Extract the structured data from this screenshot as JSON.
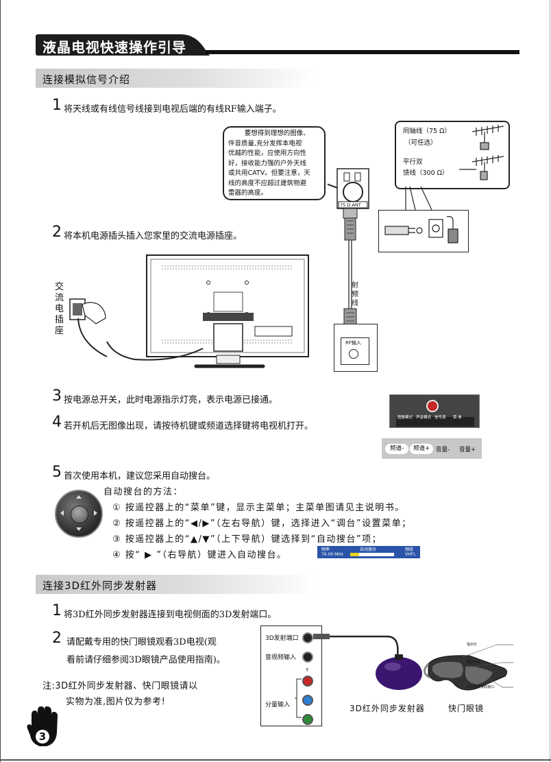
{
  "page": {
    "title": "液晶电视快速操作引导",
    "page_number": "3"
  },
  "section1": {
    "header": "连接模拟信号介绍",
    "step1": {
      "num": "1",
      "text": "将天线或有线信号线接到电视后端的有线RF输入端子。"
    },
    "bubble_lines": [
      "要想得到理想的图像、",
      "伴音质量,充分发挥本电视",
      "优越的性能，应使用方向性",
      "好，接收能力强的户外天线",
      "或共用CATV。但要注意，天",
      "线的高度不应超过建筑物避",
      "雷器的高度。"
    ],
    "antenna_box": {
      "coax": "同轴线（75 Ω）",
      "optional": "（可任选）",
      "parallel": "平行双",
      "feeder": "馈线（300 Ω）"
    },
    "ant_label": "75 Ω ANT",
    "step2": {
      "num": "2",
      "text": "将本机电源插头插入您家里的交流电源插座。"
    },
    "ac_socket_chars": [
      "交",
      "流",
      "电",
      "插",
      "座"
    ],
    "rf_cable_chars": [
      "射",
      "频",
      "线"
    ],
    "rf_input": "RF输入",
    "step3": {
      "num": "3",
      "text": "按电源总开关，此时电源指示灯亮，表示电源已接通。"
    },
    "step4": {
      "num": "4",
      "text": "若开机后无图像出现，请按待机键或频道选择键将电视机打开。"
    },
    "panel_labels": [
      "图像模式",
      "声音模式",
      "信号源",
      "菜 单"
    ],
    "panel2_buttons": [
      "频道-",
      "频道+",
      "音量-",
      "音量+"
    ],
    "step5": {
      "num": "5",
      "text": "首次使用本机，建议您采用自动搜台。"
    },
    "method_title": "自动搜台的方法：",
    "methods": [
      "① 按遥控器上的“菜单”键，显示主菜单；主菜单图请见主说明书。",
      "② 按遥控器上的“◀/▶”（左右导航）键，选择进入“调台”设置菜单；",
      "③ 按遥控器上的“▲/▼”（上下导航）键选择到“自动搜台”项；",
      "④ 按“ ▶ ”（右导航）键进入自动搜台。"
    ],
    "osd": {
      "h1": "频率",
      "h2": "自动搜台",
      "h3": "频段",
      "v1": "76.00  MHz",
      "v3": "VHFL",
      "progress": 0.2
    }
  },
  "section2": {
    "header": "连接3D红外同步发射器",
    "step1": {
      "num": "1",
      "text": "将3D红外同步发射器连接到电视侧面的3D发射端口。"
    },
    "step2": {
      "num": "2",
      "line1": "请配戴专用的快门眼镜观看3D电视(观",
      "line2": "看前请仔细参阅3D眼镜产品使用指南)。"
    },
    "note_line1": "注:3D红外同步发射器、快门眼镜请以",
    "note_line2": "实物为准,图片仅为参考!",
    "ports": {
      "p1": "3D发射端口",
      "p2": "音视频输入",
      "p3": "分量输入",
      "y": "Y"
    },
    "emitter_label": "3D红外同步发射器",
    "glasses_label": "快门眼镜",
    "glasses_callouts": [
      "指示灯",
      "振动开关",
      "红外信号接收窗口"
    ]
  },
  "colors": {
    "osd_blue": "#2b54a8",
    "emitter_purple": "#3a1670",
    "power_red": "#c62828"
  }
}
